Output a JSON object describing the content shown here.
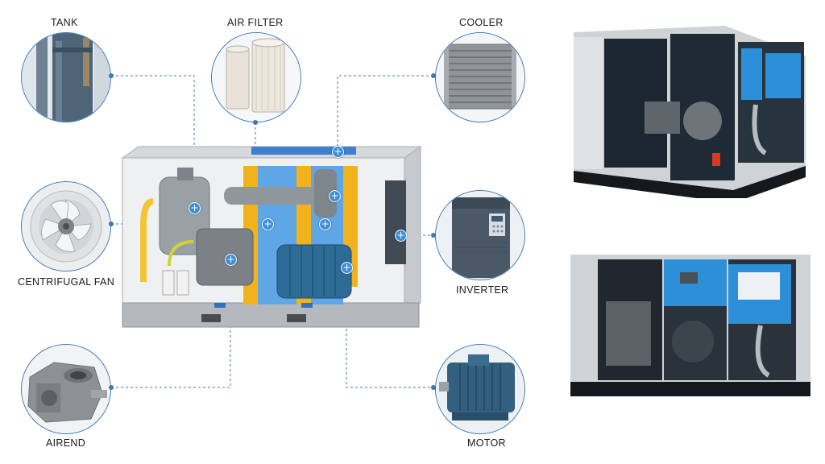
{
  "labels": {
    "tank": "TANK",
    "air_filter": "AIR FILTER",
    "cooler": "COOLER",
    "centrifugal_fan": "CENTRIFUGAL FAN",
    "inverter": "INVERTER",
    "airend": "AIREND",
    "motor": "MOTOR"
  },
  "hotspot_symbol": "+",
  "colors": {
    "accent_blue": "#3b78b8",
    "machine_blue": "#2d8fd8",
    "frame_gray": "#c9cdd1",
    "orange": "#f2b21c",
    "motor_blue": "#2f5f86"
  },
  "icons": [
    "tank-icon",
    "air-filter-icon",
    "cooler-icon",
    "fan-icon",
    "inverter-icon",
    "airend-icon",
    "motor-icon"
  ]
}
